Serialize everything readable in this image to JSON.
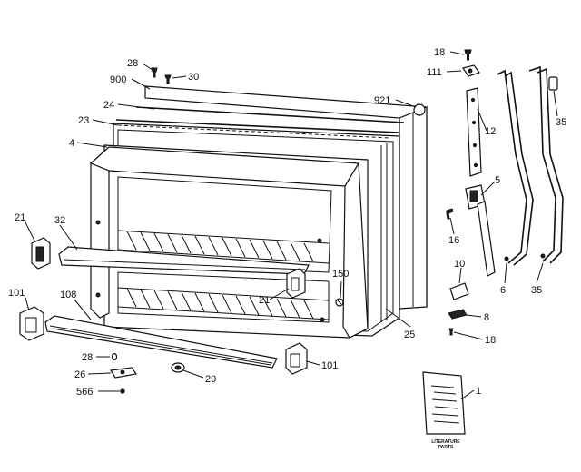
{
  "callouts": {
    "c28_top": "28",
    "c30": "30",
    "c900": "900",
    "c24": "24",
    "c23": "23",
    "c4": "4",
    "c921": "921",
    "c18_top": "18",
    "c111": "111",
    "c12": "12",
    "c35_top": "35",
    "c5": "5",
    "c16": "16",
    "c10": "10",
    "c6": "6",
    "c35_bottom": "35",
    "c8": "8",
    "c18_bottom": "18",
    "c21_left": "21",
    "c32": "32",
    "c21_mid": "21",
    "c150": "150",
    "c25": "25",
    "c101_left": "101",
    "c108": "108",
    "c28_bottom": "28",
    "c26": "26",
    "c566": "566",
    "c29": "29",
    "c101_right": "101",
    "c1": "1"
  },
  "literature": {
    "label_line1": "LITERATURE",
    "label_line2": "PARTS"
  },
  "colors": {
    "ink": "#111111",
    "paper": "#ffffff"
  }
}
